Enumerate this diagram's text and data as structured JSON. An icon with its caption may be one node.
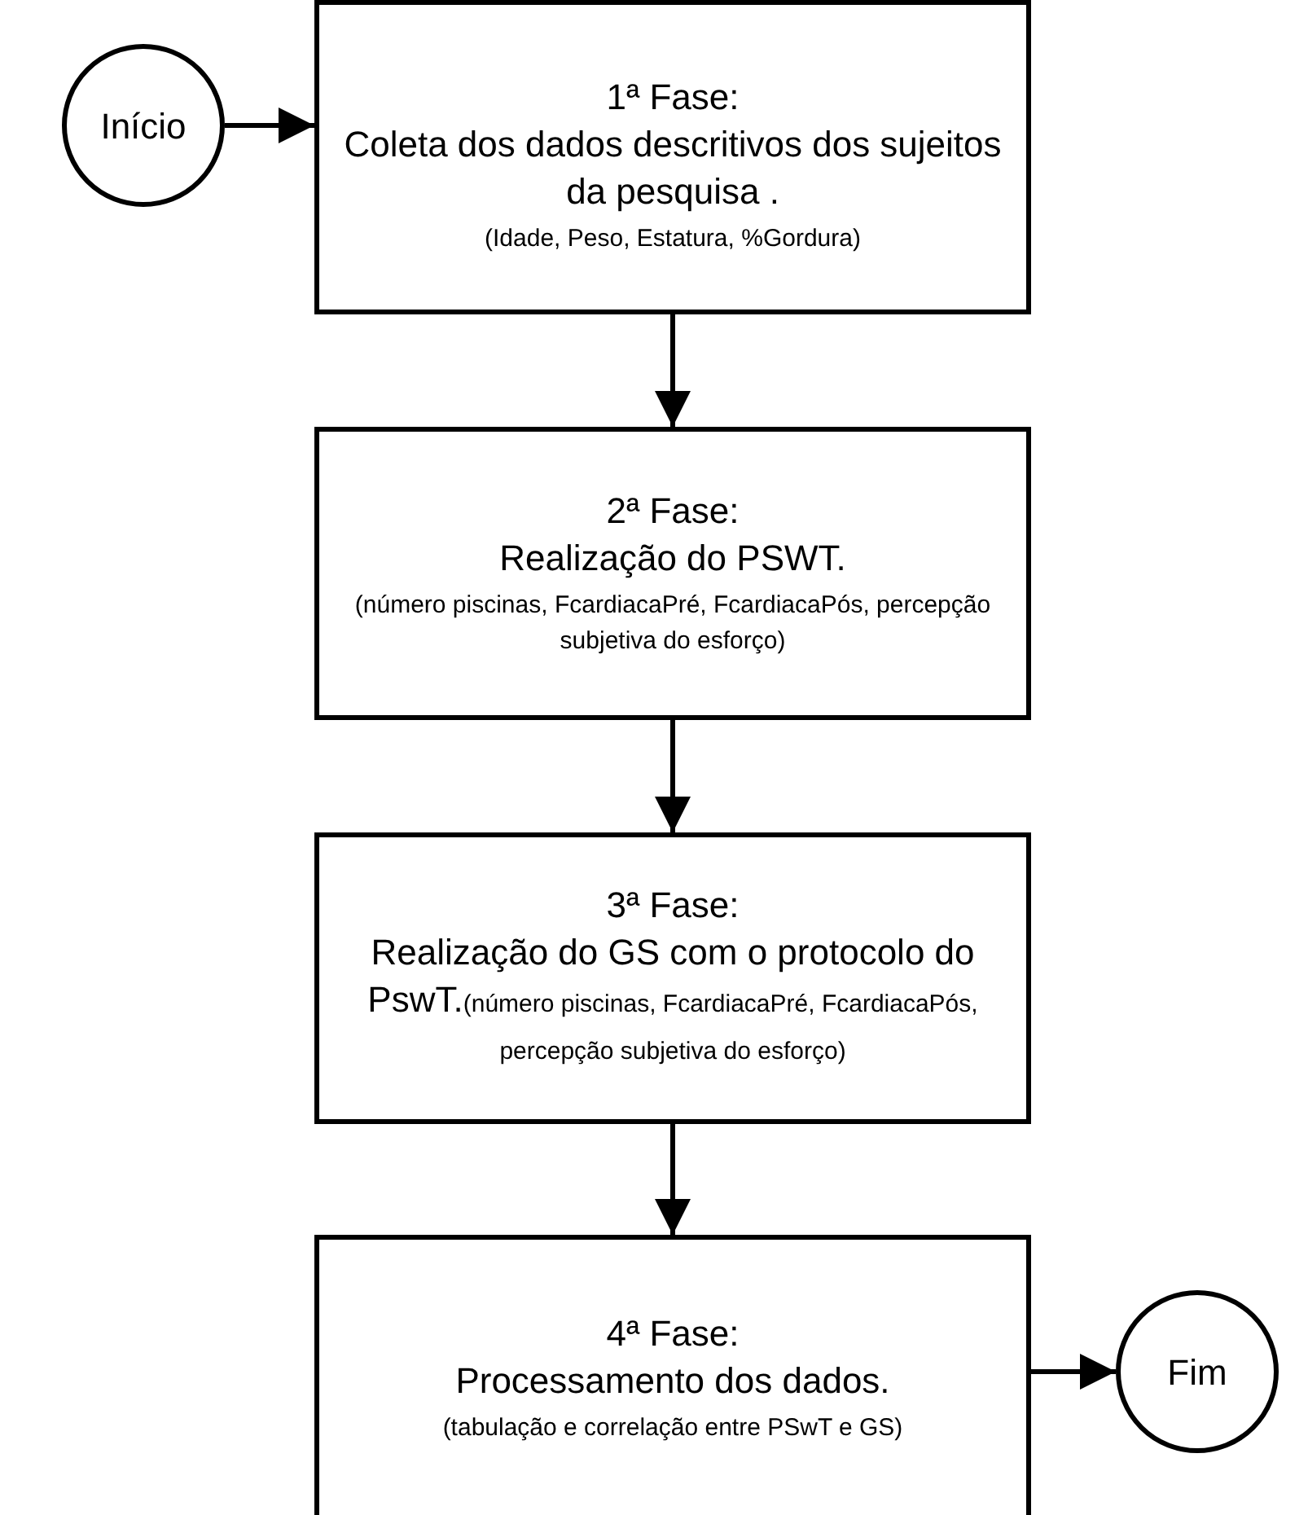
{
  "diagram": {
    "nodes": [
      {
        "text": [
          "Início"
        ]
      },
      {
        "text": [
          "1ª Fase:",
          "Coleta dos dados descritivos dos sujeitos da pesquisa .",
          "(Idade, Peso, Estatura, %Gordura)"
        ]
      },
      {
        "text": [
          "2ª Fase:",
          "Realização do PSWT.",
          "(número piscinas, FcardiacaPré, FcardiacaPós, percepção subjetiva do esforço)"
        ]
      },
      {
        "text": [
          "3ª Fase:",
          "Realização do GS com o protocolo do PswT.",
          "(número piscinas, FcardiacaPré, FcardiacaPós, percepção subjetiva do esforço)"
        ]
      },
      {
        "text": [
          "4ª Fase:",
          "Processamento dos dados.",
          "(tabulação e correlação entre PSwT e GS)"
        ]
      },
      {
        "text": [
          "Fim"
        ]
      }
    ],
    "edges": [
      {
        "from": 0,
        "to": 1,
        "arrow": "to"
      },
      {
        "from": 1,
        "to": 2,
        "arrow": "to"
      },
      {
        "from": 2,
        "to": 3,
        "arrow": "to"
      },
      {
        "from": 3,
        "to": 4,
        "arrow": "to"
      },
      {
        "from": 4,
        "to": 5,
        "arrow": "to"
      }
    ]
  }
}
